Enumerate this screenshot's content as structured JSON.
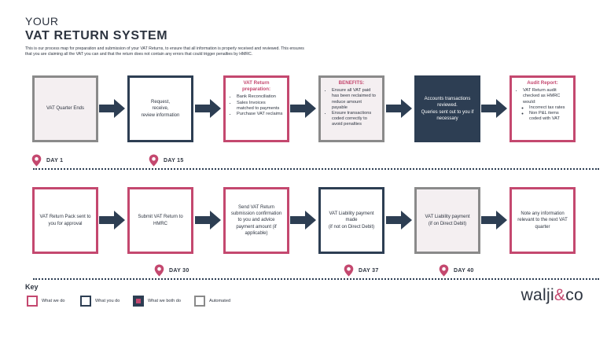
{
  "header": {
    "your": "YOUR",
    "title": "VAT RETURN SYSTEM",
    "intro": "This is our process map for preparation and submission of your VAT Returns, to ensure that all information is properly received and reviewed. This ensures that you are claiming all the VAT you can and that the return does not contain any errors that could trigger penalties by HMRC."
  },
  "row1": [
    {
      "text": "VAT Quarter Ends",
      "type": "automated"
    },
    {
      "text": "Request,\nreceive,\nreview information",
      "type": "what_you_do"
    },
    {
      "title": "VAT Return preparation:",
      "items": [
        "Bank Reconciliation",
        "Sales Invoices matched to payments",
        "Purchase VAT reclaims"
      ],
      "type": "what_we_do"
    },
    {
      "title": "BENEFITS:",
      "items": [
        "Ensure all VAT paid has been reclaimed to reduce amount payable",
        "Ensure transactions coded correctly to avoid penalties"
      ],
      "type": "automated"
    },
    {
      "text": "Accounts transactions reviewed.\nQueries sent out to you if necessary",
      "type": "what_we_both_do"
    },
    {
      "title": "Audit Report:",
      "items": [
        "VAT Return audit checked as HMRC would:"
      ],
      "subitems": [
        "Incorrect tax rates",
        "Non P&L items coded with VAT"
      ],
      "type": "what_we_do"
    }
  ],
  "row2": [
    {
      "text": "VAT Return Pack sent to you for approval",
      "type": "what_we_do"
    },
    {
      "text": "Submit VAT Return to HMRC",
      "type": "what_we_do"
    },
    {
      "text": "Send VAT Return submission confirmation to you and advice payment amount (if applicable)",
      "type": "what_we_do"
    },
    {
      "text": "VAT Liability payment made\n(if not on Direct Debit)",
      "type": "what_you_do"
    },
    {
      "text": "VAT Liability payment\n(if on Direct Debit)",
      "type": "automated"
    },
    {
      "text": "Note any information relevant to the next VAT quarter",
      "type": "what_we_do"
    }
  ],
  "days": {
    "day1": "DAY 1",
    "day15": "DAY 15",
    "day30": "DAY 30",
    "day37": "DAY 37",
    "day40": "DAY 40"
  },
  "key": {
    "title": "Key",
    "items": [
      "What we do",
      "What you do",
      "What we both do",
      "Automated"
    ]
  },
  "logo": {
    "main": "walji",
    "amp": "&",
    "end": "co"
  },
  "colors": {
    "pink": "#c4486f",
    "navy": "#2d3e53",
    "grey": "#8a8a8a",
    "shade": "#f4eff1"
  }
}
